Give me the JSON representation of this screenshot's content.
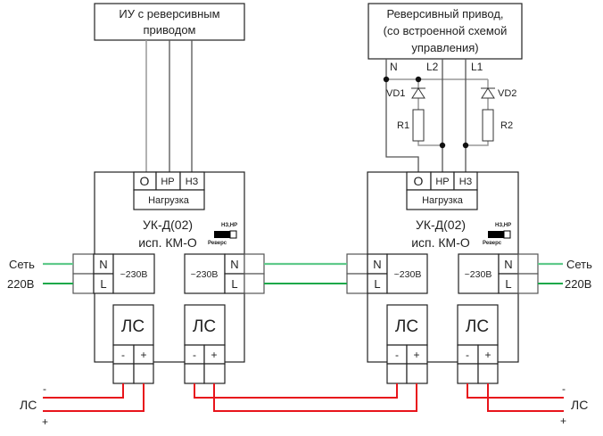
{
  "top_left_device": {
    "label_line1": "ИУ с реверсивным",
    "label_line2": "приводом"
  },
  "top_right_device": {
    "label_line1": "Реверсивный привод,",
    "label_line2": "(со встроенной схемой",
    "label_line3": "управления)",
    "terminals": [
      "N",
      "L2",
      "L1"
    ]
  },
  "circuit": {
    "diodes": [
      "VD1",
      "VD2"
    ],
    "resistors": [
      "R1",
      "R2"
    ]
  },
  "controllers": [
    {
      "model": "УК-Д(02)",
      "version": "исп. КМ-О",
      "load_terminals": [
        "О",
        "НР",
        "НЗ"
      ],
      "load_label": "Нагрузка",
      "switch_top_label": "НЗ,НР",
      "switch_bottom_label": "Реверс",
      "power_left": {
        "terminals": [
          "N",
          "L"
        ],
        "voltage": "~230В"
      },
      "power_right": {
        "terminals": [
          "N",
          "L"
        ],
        "voltage": "~230В"
      },
      "ls_left": {
        "label": "ЛС",
        "terminals": [
          "-",
          "+"
        ]
      },
      "ls_right": {
        "label": "ЛС",
        "terminals": [
          "-",
          "+"
        ]
      }
    },
    {
      "model": "УК-Д(02)",
      "version": "исп. КМ-О",
      "load_terminals": [
        "О",
        "НР",
        "НЗ"
      ],
      "load_label": "Нагрузка",
      "switch_top_label": "НЗ,НР",
      "switch_bottom_label": "Реверс",
      "power_left": {
        "terminals": [
          "N",
          "L"
        ],
        "voltage": "~230В"
      },
      "power_right": {
        "terminals": [
          "N",
          "L"
        ],
        "voltage": "~230В"
      },
      "ls_left": {
        "label": "ЛС",
        "terminals": [
          "-",
          "+"
        ]
      },
      "ls_right": {
        "label": "ЛС",
        "terminals": [
          "-",
          "+"
        ]
      }
    }
  ],
  "mains_left": {
    "line1": "Сеть",
    "line2": "220В"
  },
  "mains_right": {
    "line1": "Сеть",
    "line2": "220В"
  },
  "bus_left": {
    "label": "ЛС",
    "minus": "-",
    "plus": "+"
  },
  "bus_right": {
    "label": "ЛС",
    "minus": "-",
    "plus": "+"
  },
  "colors": {
    "ls_wire": "#e8141b",
    "mains_wire": "#1aa84a",
    "outline": "#222222"
  }
}
